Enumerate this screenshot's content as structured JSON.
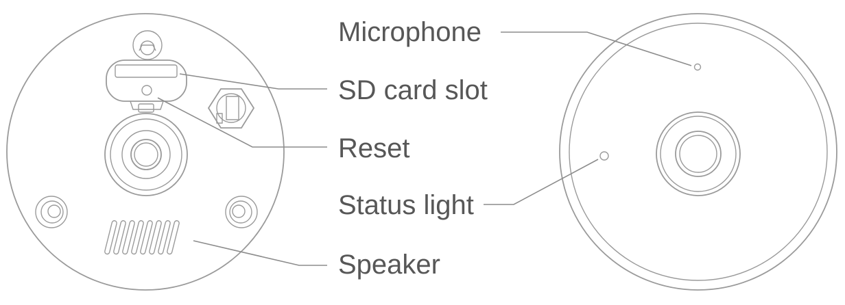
{
  "labels": {
    "microphone": "Microphone",
    "sd_card_slot": "SD card slot",
    "reset": "Reset",
    "status_light": "Status light",
    "speaker": "Speaker"
  },
  "colors": {
    "outline": "#9a9a9a",
    "leader_line": "#8c8c8c",
    "label_text": "#575757",
    "background": "#ffffff"
  }
}
